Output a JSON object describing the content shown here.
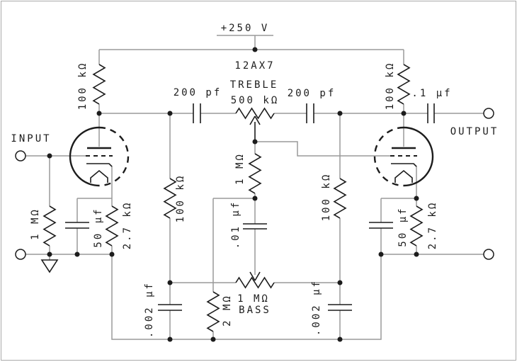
{
  "diagram": {
    "tube_type": "12AX7",
    "supply_label": "+250 V",
    "input_label": "INPUT",
    "output_label": "OUTPUT",
    "treble": {
      "title": "TREBLE",
      "value": "500 kΩ"
    },
    "bass": {
      "value": "1 MΩ",
      "title": "BASS"
    },
    "components": {
      "r_plate_left": "100 kΩ",
      "c_coupling_left": "200 pf",
      "c_coupling_right": "200 pf",
      "r_plate_right": "100 kΩ",
      "c_output": ".1 µf",
      "r_grid_input": "1 MΩ",
      "c_cathode_left": "50 µf",
      "r_cathode_left": "2.7 kΩ",
      "r_shunt_left": "100 kΩ",
      "r_series_mid": "1 MΩ",
      "c_mid": ".01 µf",
      "r_grid_leak": "2 MΩ",
      "c_shunt_left": ".002 µf",
      "c_shunt_right": ".002 µf",
      "r_shunt_right": "100 kΩ",
      "c_cathode_right": "50 µf",
      "r_cathode_right": "2.7 kΩ"
    },
    "colors": {
      "wire": "#9a9a9a",
      "component": "#1c1c1c",
      "background": "#ffffff",
      "border": "#aaaaaa"
    }
  }
}
